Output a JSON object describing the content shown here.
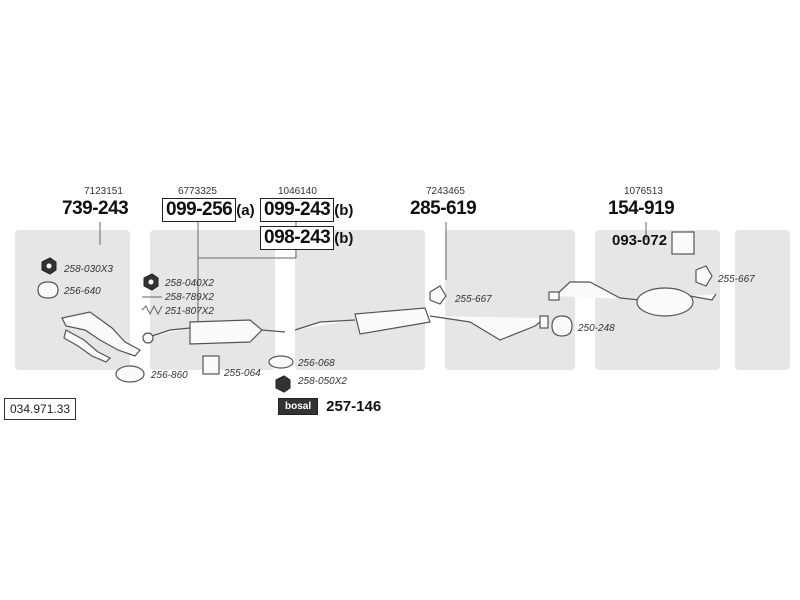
{
  "columns": [
    {
      "ref": "7123151",
      "code": "739-243"
    },
    {
      "ref": "6773325",
      "code": "099-256",
      "suffix": "(a)"
    },
    {
      "ref": "1046140",
      "code": "099-243",
      "suffix": "(b)"
    },
    {
      "code2": "098-243",
      "suffix2": "(b)"
    },
    {
      "ref": "7243465",
      "code": "285-619"
    },
    {
      "ref": "1076513",
      "code": "154-919",
      "sub_code": "093-072"
    }
  ],
  "parts": {
    "p1": "258-030X3",
    "p2": "256-640",
    "p3": "258-040X2",
    "p4": "258-789X2",
    "p5": "251-807X2",
    "p6": "256-860",
    "p7": "255-064",
    "p8": "256-068",
    "p9": "258-050X2",
    "p10": "255-667",
    "p11": "250-248",
    "p12": "255-667"
  },
  "kit": {
    "logo": "bosal",
    "code": "257-146"
  },
  "catalog_number": "034.971.33",
  "colors": {
    "watermark": "#e6e6e6",
    "ink": "#222222"
  }
}
